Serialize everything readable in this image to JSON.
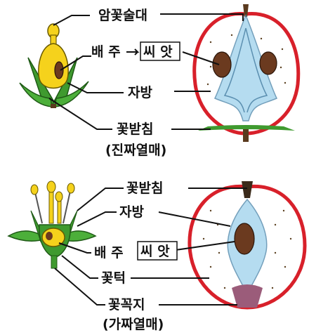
{
  "true_fruit": {
    "labels": {
      "pistil": "암꽃술대",
      "ovule": "배 주",
      "seed": "씨 앗",
      "ovary": "자방",
      "receptacle": "꽃받침"
    },
    "caption": "(진짜열매)"
  },
  "false_fruit": {
    "labels": {
      "receptacle": "꽃받침",
      "ovary": "자방",
      "ovule": "배 주",
      "seed": "씨 앗",
      "torus": "꽃턱",
      "stalk": "꽃꼭지"
    },
    "caption": "(가짜열매)"
  },
  "colors": {
    "flesh_red": "#d8202a",
    "seed_brown": "#6b3a1f",
    "flower_yellow": "#f5d21c",
    "leaf_green": "#3f9a2f",
    "core_blue": "#a9d6ee",
    "stalk_brown": "#5a3a1e"
  }
}
